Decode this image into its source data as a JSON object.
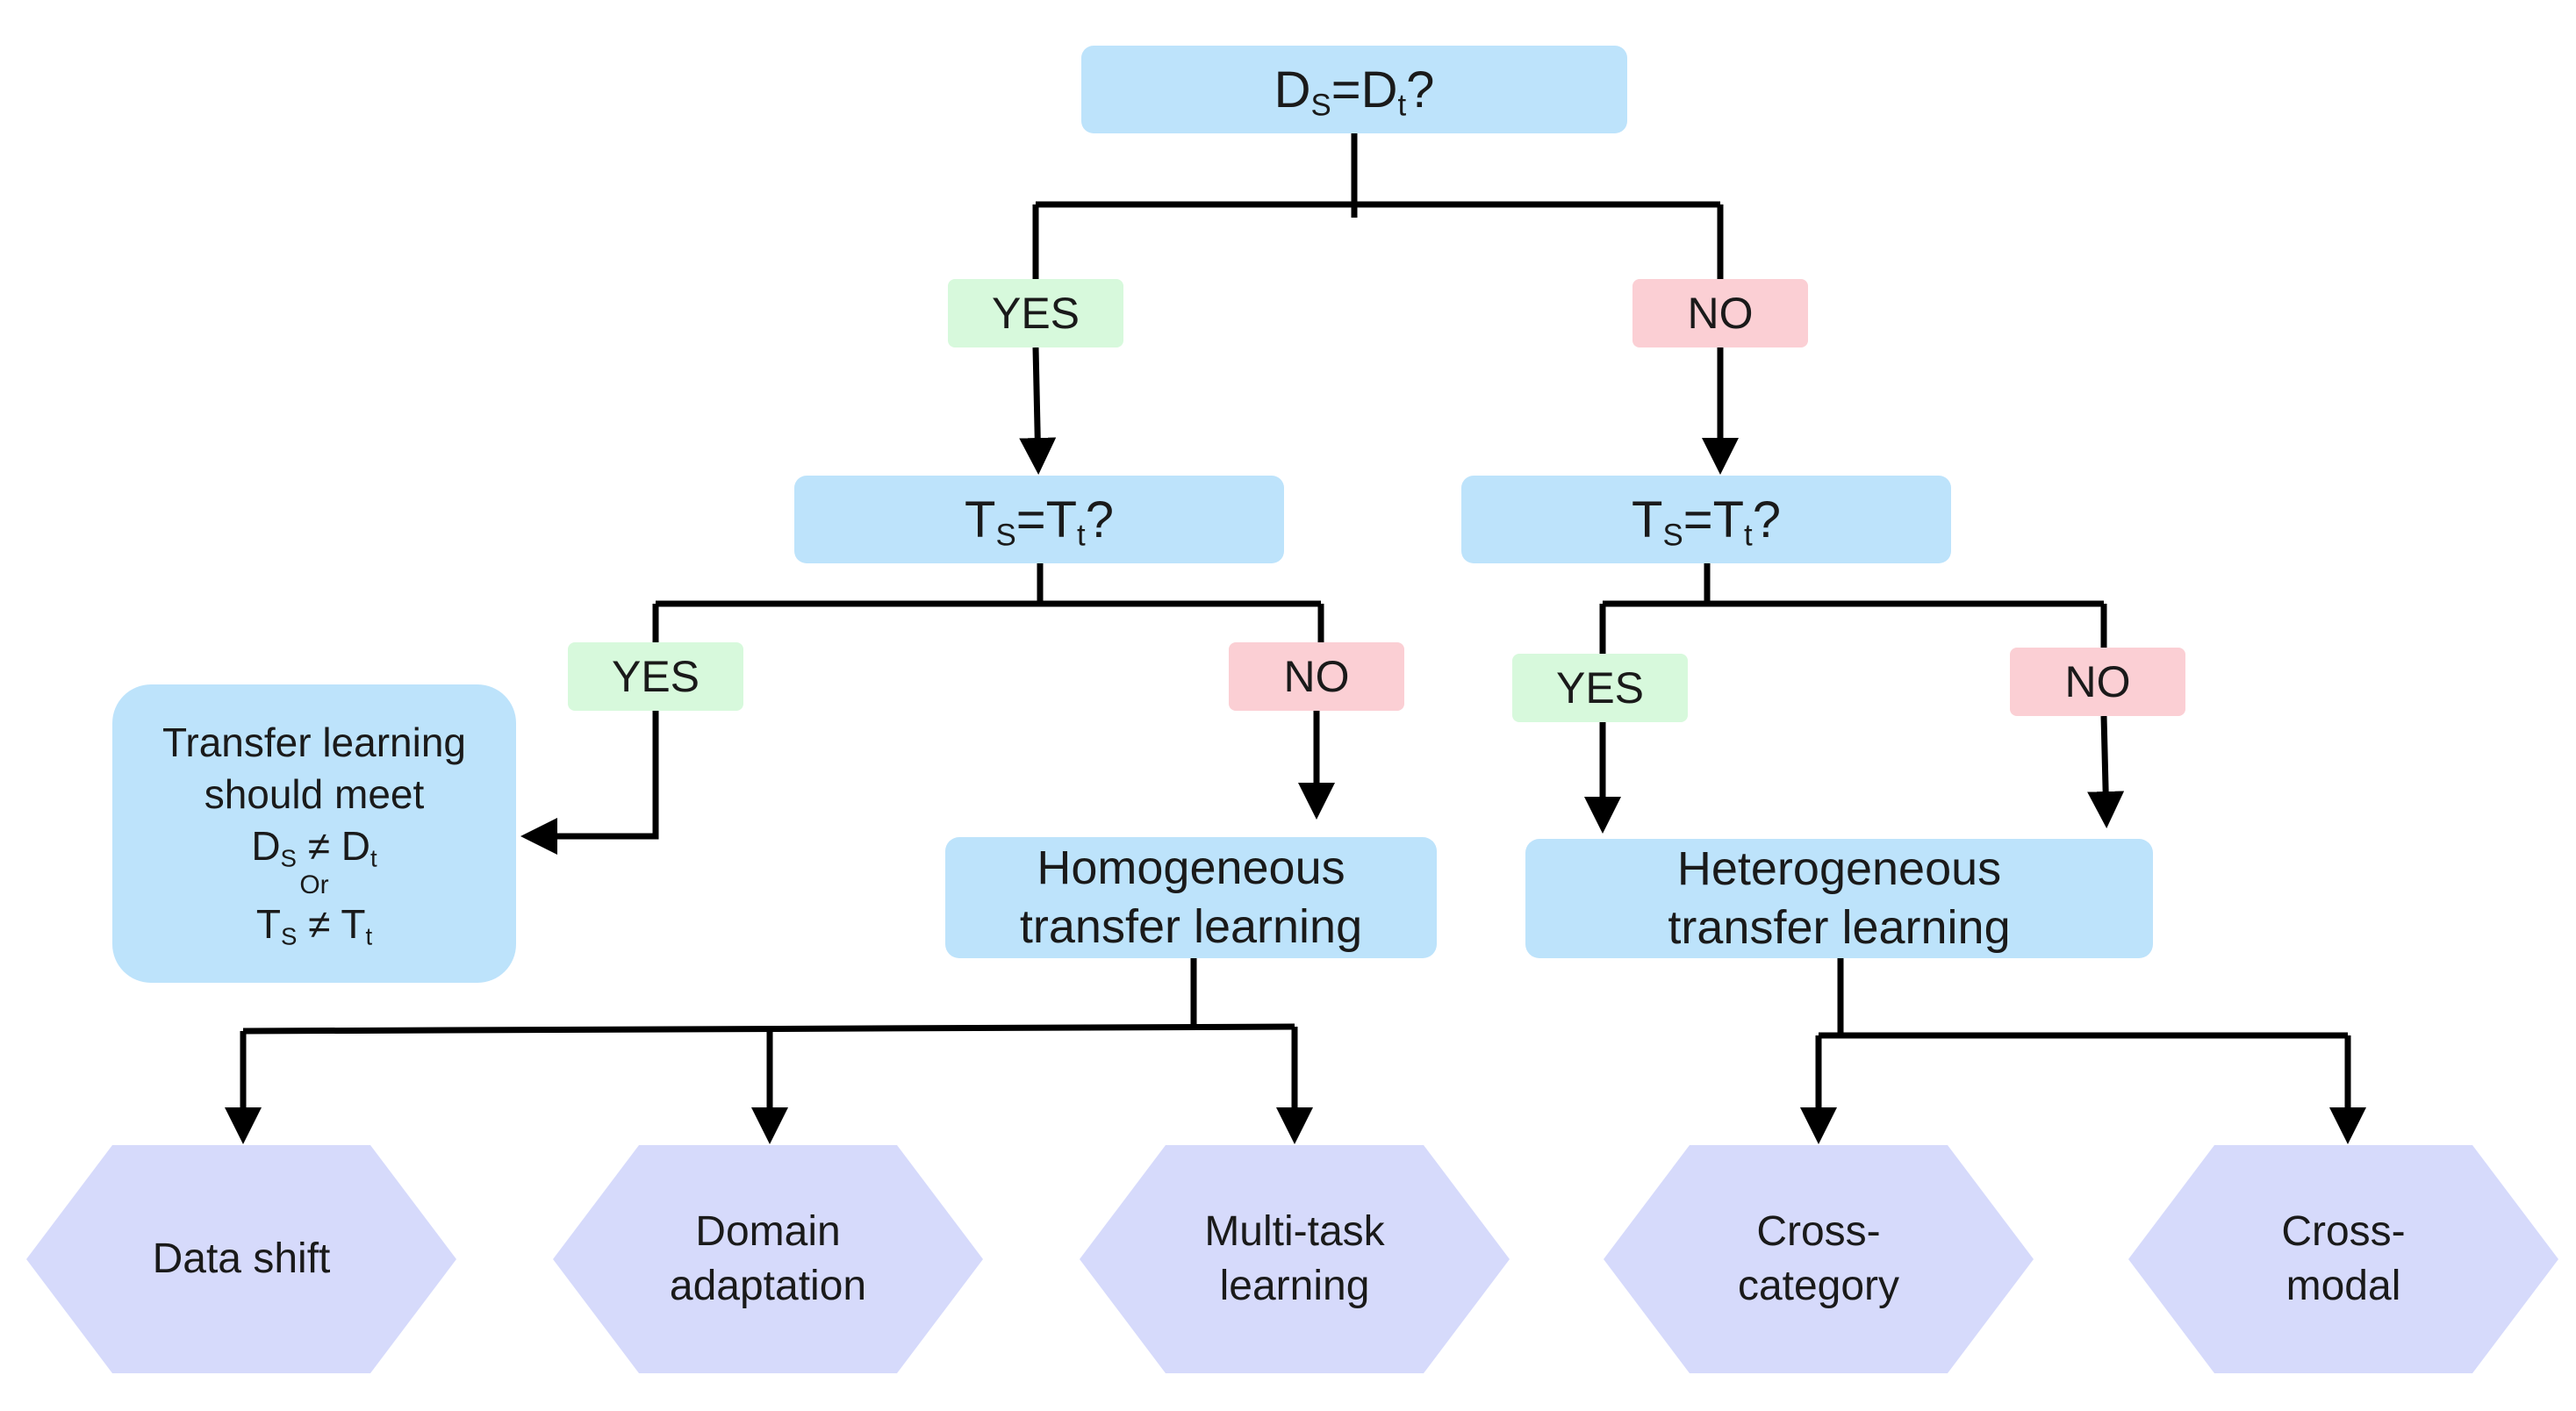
{
  "root": {
    "base1": "D",
    "sub1": "S",
    "op": "=",
    "base2": "D",
    "sub2": "t",
    "suffix": "?"
  },
  "left_question": {
    "base1": "T",
    "sub1": "S",
    "op": "=",
    "base2": "T",
    "sub2": "t",
    "suffix": "?"
  },
  "right_question": {
    "base1": "T",
    "sub1": "S",
    "op": "=",
    "base2": "T",
    "sub2": "t",
    "suffix": "?"
  },
  "labels": {
    "yes": "YES",
    "no": "NO"
  },
  "note": {
    "line1": "Transfer learning",
    "line2": "should meet",
    "d_base": "D",
    "d_sub": "S",
    "neq": " ≠ ",
    "d_base2": "D",
    "d_sub2": "t",
    "or": "Or",
    "t_base": "T",
    "t_sub": "S",
    "t_base2": "T",
    "t_sub2": "t"
  },
  "homogeneous": {
    "line1": "Homogeneous",
    "line2": "transfer learning"
  },
  "heterogeneous": {
    "line1": "Heterogeneous",
    "line2": "transfer learning"
  },
  "leaves": [
    {
      "line1": "Data shift",
      "line2": ""
    },
    {
      "line1": "Domain",
      "line2": "adaptation"
    },
    {
      "line1": "Multi-task",
      "line2": "learning"
    },
    {
      "line1": "Cross-",
      "line2": "category"
    },
    {
      "line1": "Cross-",
      "line2": "modal"
    }
  ],
  "colors": {
    "question_fill": "#bde3fb",
    "yes_fill": "#d7f9dc",
    "no_fill": "#fbcfd4",
    "leaf_fill": "#d6dafb",
    "line": "#000000"
  }
}
